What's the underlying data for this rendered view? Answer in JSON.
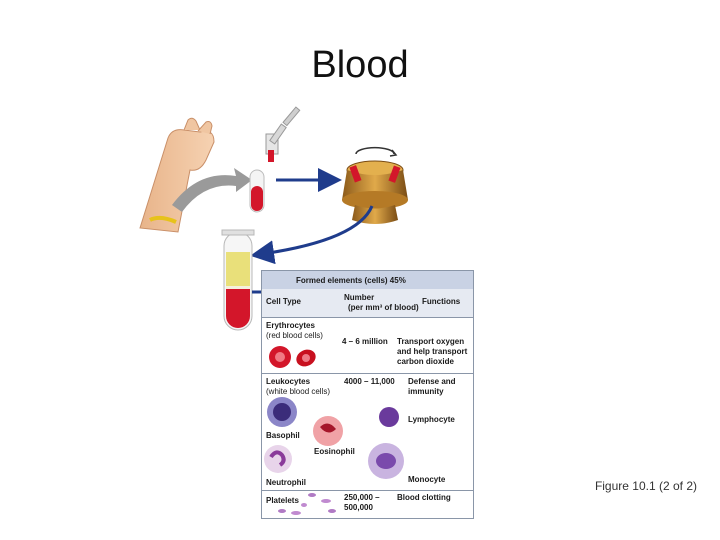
{
  "title": "Blood",
  "caption": "Figure 10.1 (2 of 2)",
  "table": {
    "heading": "Formed elements (cells) 45%",
    "col_type": "Cell Type",
    "col_number_line1": "Number",
    "col_number_line2": "(per mm³ of blood)",
    "col_functions": "Functions",
    "erythrocytes_line1": "Erythrocytes",
    "erythrocytes_line2": "(red blood cells)",
    "erythrocytes_number": "4 – 6 million",
    "erythrocytes_function_line1": "Transport oxygen",
    "erythrocytes_function_line2": "and help transport",
    "erythrocytes_function_line3": "carbon dioxide",
    "leukocytes_line1": "Leukocytes",
    "leukocytes_line2": "(white blood cells)",
    "leukocytes_number": "4000 – 11,000",
    "leukocytes_function_line1": "Defense and",
    "leukocytes_function_line2": "immunity",
    "basophil": "Basophil",
    "eosinophil": "Eosinophil",
    "lymphocyte": "Lymphocyte",
    "neutrophil": "Neutrophil",
    "monocyte": "Monocyte",
    "platelets": "Platelets",
    "platelets_number_line1": "250,000 –",
    "platelets_number_line2": "500,000",
    "platelets_function": "Blood clotting"
  },
  "colors": {
    "blood_red": "#d3162a",
    "plasma_yellow": "#e9e07a",
    "arrow_blue": "#1f3c8c",
    "centrifuge_gold": "#c98a2c",
    "header_band": "#c9d2e4"
  }
}
